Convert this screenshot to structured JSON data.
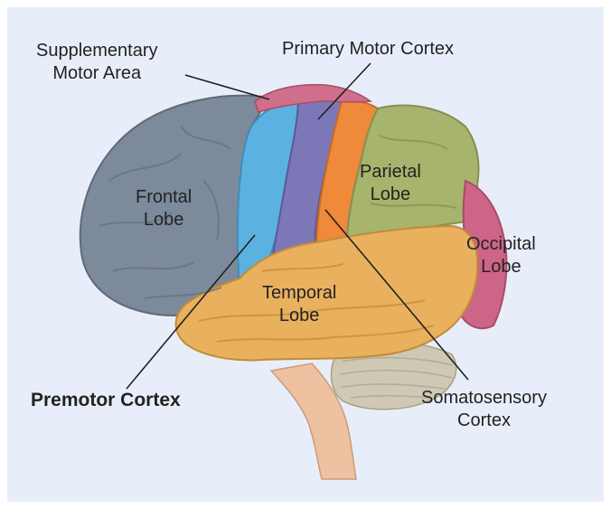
{
  "labels": {
    "supplementary_motor_area": [
      "Supplementary",
      "Motor Area"
    ],
    "primary_motor_cortex": "Primary Motor Cortex",
    "frontal_lobe": [
      "Frontal",
      "Lobe"
    ],
    "parietal_lobe": [
      "Parietal",
      "Lobe"
    ],
    "occipital_lobe": [
      "Occipital",
      "Lobe"
    ],
    "temporal_lobe": [
      "Temporal",
      "Lobe"
    ],
    "premotor_cortex": "Premotor Cortex",
    "somatosensory_cortex": [
      "Somatosensory",
      "Cortex"
    ]
  },
  "colors": {
    "background": "#e8eef9",
    "frontal_lobe": "#7d8a9c",
    "premotor_cortex": "#5bb2e0",
    "primary_motor_cortex": "#7c78b8",
    "somatosensory_cortex": "#ee8a3a",
    "parietal_lobe": "#a7b46d",
    "occipital_lobe": "#cd6586",
    "supplementary_motor_area": "#cf6f8c",
    "temporal_lobe": "#e9b15e",
    "cerebellum": "#cfc8b4",
    "brainstem": "#eec1a0"
  }
}
